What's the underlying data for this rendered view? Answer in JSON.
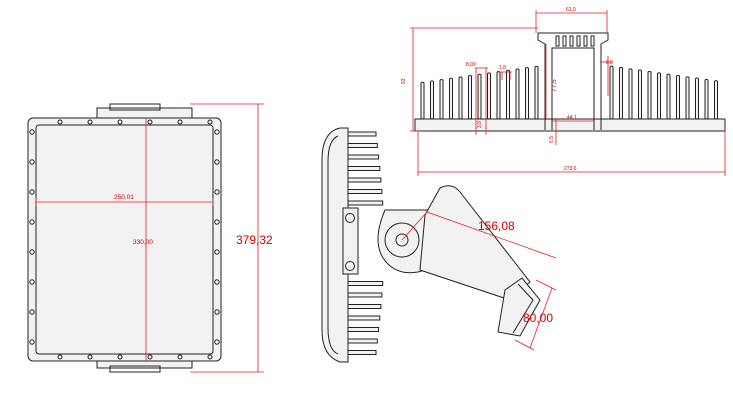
{
  "front_view": {
    "width_label": "250,01",
    "height_label": "330,00",
    "overall_height_label": "379,32"
  },
  "side_view": {
    "arm_length_label": "156,08",
    "mount_width_label": "80,00"
  },
  "heatsink_profile": {
    "top_width_label": "63,0",
    "overall_height_label": "93",
    "channel_height_label": "77,5",
    "fin_thickness_label": "8,09",
    "fin_gap_label": "1,8",
    "slot_width_label": "44,1",
    "wall_label": "8,8",
    "base_label": "6,5",
    "small_label": "3,8",
    "overall_width_label": "273,6"
  },
  "colors": {
    "dimension": "#e02020",
    "outline": "#222222"
  }
}
